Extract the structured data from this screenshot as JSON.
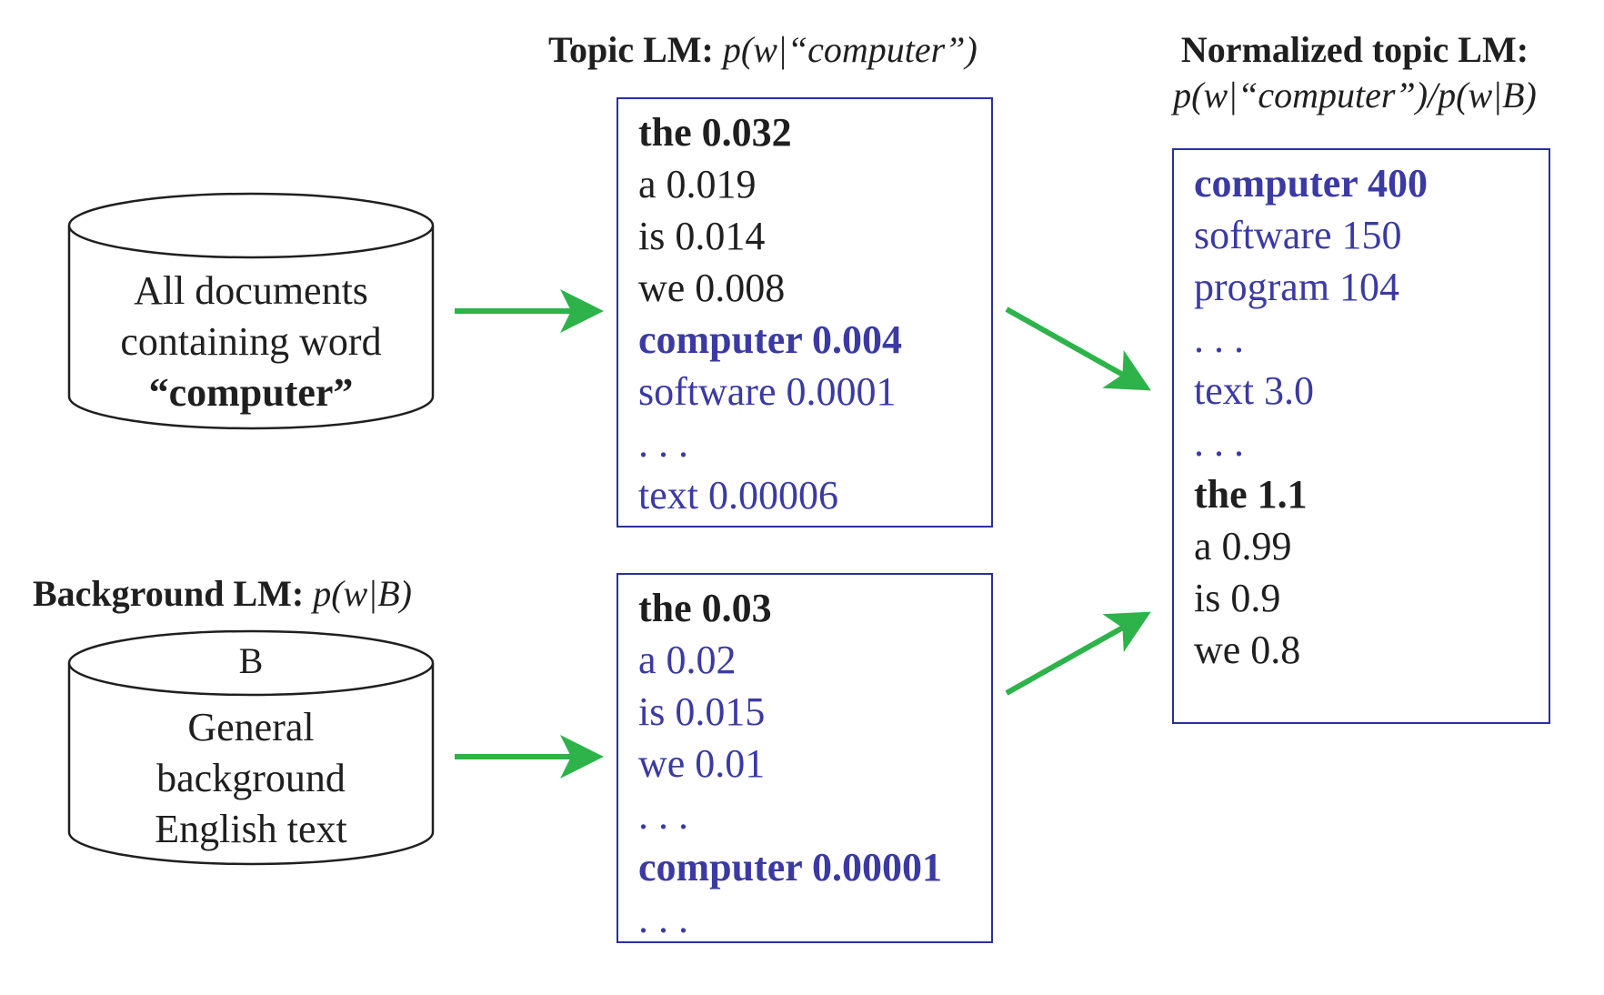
{
  "topic_heading": {
    "bold": "Topic LM:",
    "formula": "p(w|“computer”)"
  },
  "normalized_heading": {
    "bold": "Normalized topic LM:",
    "formula": "p(w|“computer”)/p(w|B)"
  },
  "background_heading": {
    "bold": "Background LM:",
    "formula": "p(w|B)"
  },
  "topic_db": {
    "line1": "All documents",
    "line2": "containing word",
    "quoted_word": "“computer”"
  },
  "background_db": {
    "label": "B",
    "line1": "General",
    "line2": "background",
    "line3": "English text"
  },
  "topic_lm": [
    {
      "text": "the 0.032",
      "bold": true,
      "color": "dark"
    },
    {
      "text": "a 0.019",
      "bold": false,
      "color": "dark"
    },
    {
      "text": "is 0.014",
      "bold": false,
      "color": "dark"
    },
    {
      "text": "we 0.008",
      "bold": false,
      "color": "dark"
    },
    {
      "text": "computer 0.004",
      "bold": true,
      "color": "blue"
    },
    {
      "text": "software 0.0001",
      "bold": false,
      "color": "blue"
    },
    {
      "text": ". . .",
      "bold": false,
      "color": "blue"
    },
    {
      "text": "text 0.00006",
      "bold": false,
      "color": "blue"
    }
  ],
  "background_lm": [
    {
      "text": "the 0.03",
      "bold": true,
      "color": "dark"
    },
    {
      "text": "a 0.02",
      "bold": false,
      "color": "blue"
    },
    {
      "text": "is 0.015",
      "bold": false,
      "color": "blue"
    },
    {
      "text": "we 0.01",
      "bold": false,
      "color": "blue"
    },
    {
      "text": ". . .",
      "bold": false,
      "color": "blue"
    },
    {
      "text": "computer 0.00001",
      "bold": true,
      "color": "blue"
    },
    {
      "text": ". . .",
      "bold": false,
      "color": "blue"
    }
  ],
  "normalized_lm": [
    {
      "text": "computer 400",
      "bold": true,
      "color": "blue"
    },
    {
      "text": "software 150",
      "bold": false,
      "color": "blue"
    },
    {
      "text": "program 104",
      "bold": false,
      "color": "blue"
    },
    {
      "text": ". . .",
      "bold": false,
      "color": "blue"
    },
    {
      "text": "text 3.0",
      "bold": false,
      "color": "blue"
    },
    {
      "text": ". . .",
      "bold": false,
      "color": "blue"
    },
    {
      "text": "the 1.1",
      "bold": true,
      "color": "dark"
    },
    {
      "text": "a 0.99",
      "bold": false,
      "color": "dark"
    },
    {
      "text": "is 0.9",
      "bold": false,
      "color": "dark"
    },
    {
      "text": "we 0.8",
      "bold": false,
      "color": "dark"
    }
  ],
  "colors": {
    "arrow": "#2db34a",
    "box_border": "#2a2f9e",
    "blue_text": "#3b3aa4",
    "dark_text": "#1f1f1f"
  }
}
